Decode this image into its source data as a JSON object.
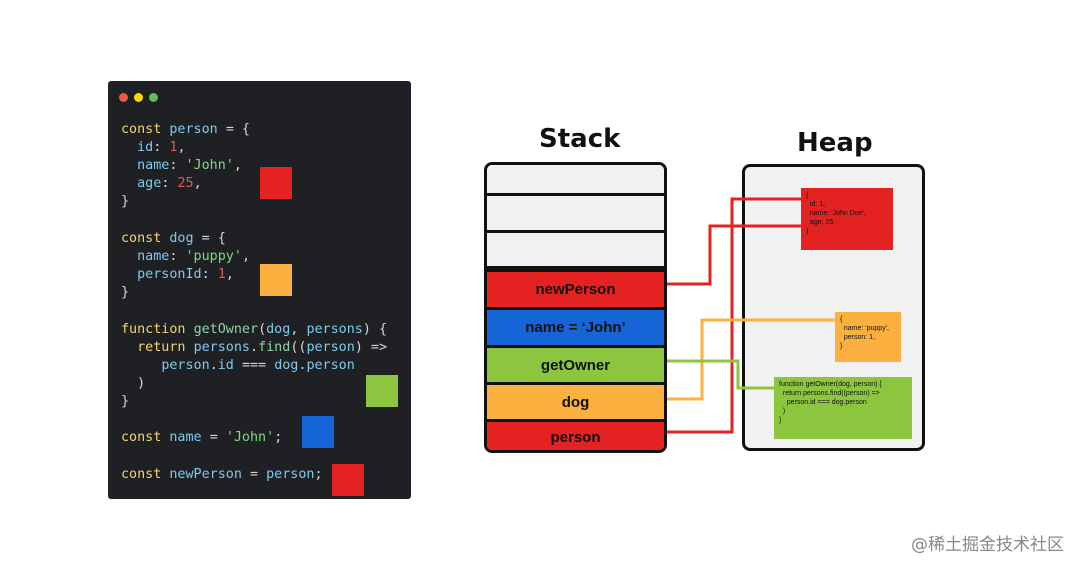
{
  "colors": {
    "red": "#e52222",
    "blue": "#1565d8",
    "green": "#8cc63f",
    "orange": "#fbb040",
    "editor_bg": "#1f2024",
    "dot_red": "#ed594a",
    "dot_yellow": "#fdd800",
    "dot_green": "#5ac05a"
  },
  "code": {
    "lines": [
      [
        "const person = {"
      ],
      [
        "  id: 1,"
      ],
      [
        "  name: 'John',"
      ],
      [
        "  age: 25,"
      ],
      [
        "}"
      ],
      [
        "const dog = {"
      ],
      [
        "  name: 'puppy',"
      ],
      [
        "  personId: 1,"
      ],
      [
        "}"
      ],
      [
        "function getOwner(dog, persons) {"
      ],
      [
        "  return persons.find((person) =>"
      ],
      [
        "     person.id === dog.person"
      ],
      [
        "  )"
      ],
      [
        "}"
      ],
      [
        "const name = 'John';"
      ],
      [
        "const newPerson = person;"
      ]
    ]
  },
  "stack": {
    "title": "Stack",
    "slots": [
      "newPerson",
      "name = ‘John’",
      "getOwner",
      "dog",
      "person"
    ]
  },
  "heap": {
    "title": "Heap",
    "objects": {
      "person": "{\n  id: 1,\n  name: 'John Doe',\n  age: 25,\n}",
      "dog": "{\n  name: 'puppy',\n  person: 1,\n}",
      "getOwner": "function getOwner(dog, person) {\n  return persons.find((person) =>\n    person.id === dog.person\n  )\n}"
    }
  },
  "watermark": "@稀土掘金技术社区"
}
